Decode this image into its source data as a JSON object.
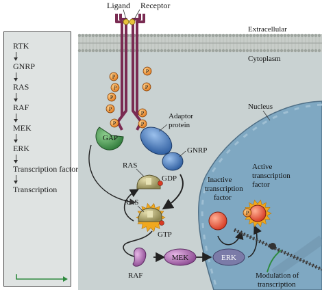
{
  "pathway": {
    "steps": [
      "RTK",
      "GNRP",
      "RAS",
      "RAF",
      "MEK",
      "ERK",
      "Transcription factor",
      "Transcription"
    ]
  },
  "labels": {
    "ligand": "Ligand",
    "receptor": "Receptor",
    "extracellular": "Extracellular",
    "cytoplasm": "Cytoplasm",
    "nucleus": "Nucleus",
    "adaptor_protein": "Adaptor protein",
    "gap": "GAP",
    "gnrp": "GNRP",
    "ras_top": "RAS",
    "ras_bottom": "RAS",
    "gdp": "GDP",
    "gtp": "GTP",
    "raf": "RAF",
    "mek": "MEK",
    "erk": "ERK",
    "phospho": "P",
    "inactive_tf": "Inactive transcription factor",
    "active_tf": "Active transcription factor",
    "modulation": "Modulation of transcription"
  },
  "colors": {
    "cytoplasm": "#c9d2d2",
    "nucleus": "#7fa8c2",
    "membrane": "#a7aea9",
    "receptor": "#7a2b52",
    "phospho": "#e07a1f",
    "gap": "#2f7a3a",
    "adaptor": "#2f5ea0",
    "kinase": "#9b5aa0",
    "erk": "#7b7ba8",
    "tf_active": "#e0412a",
    "modulation_arrow": "#2e8a3e"
  }
}
